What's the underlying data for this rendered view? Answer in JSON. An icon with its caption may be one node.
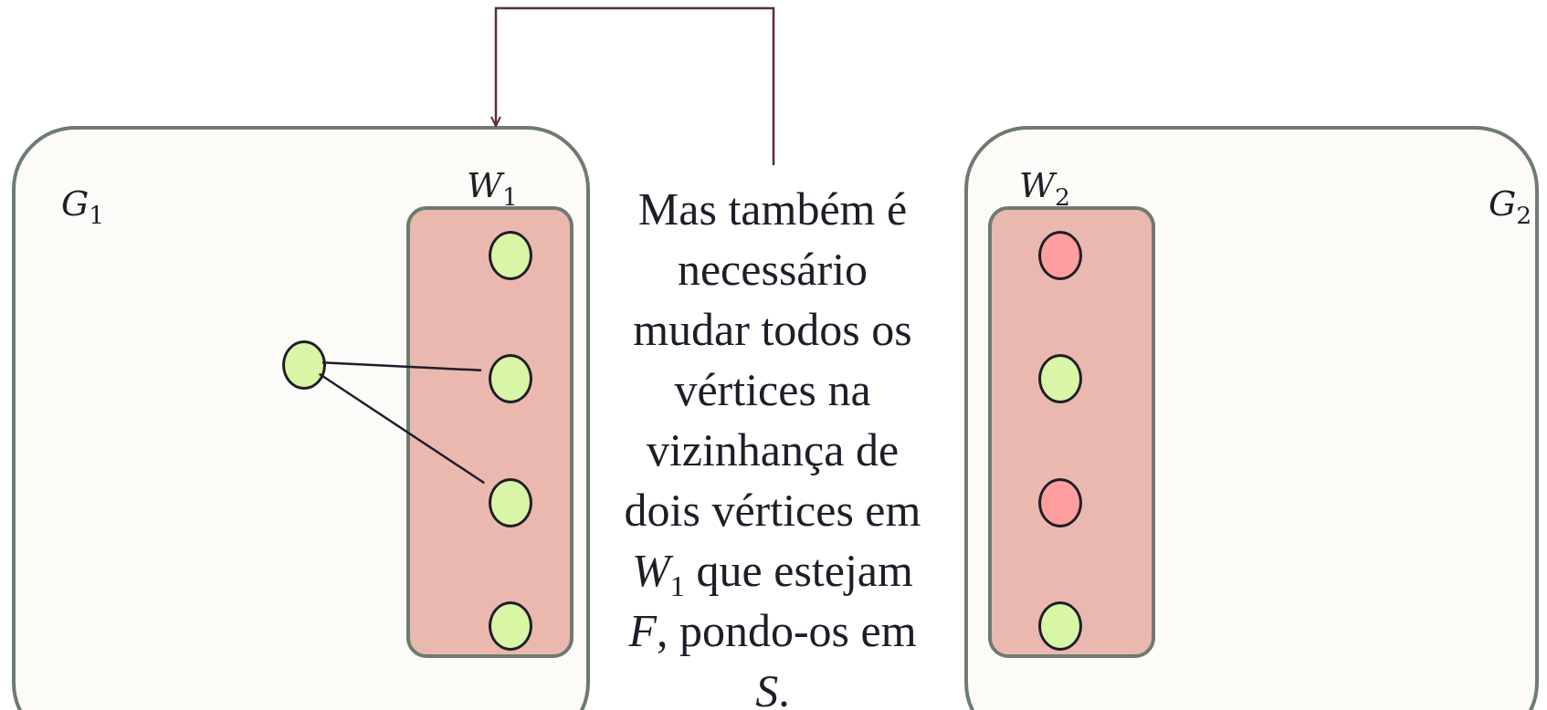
{
  "diagram": {
    "nodes": [
      {
        "text": [
          "*G*$_{1}$"
        ]
      },
      {
        "text": [
          "*W*$_{1}$"
        ],
        "in": 0
      },
      {
        "text": [],
        "shape": "circle",
        "in": 1
      },
      {
        "text": [],
        "shape": "circle",
        "in": 1
      },
      {
        "text": [],
        "shape": "circle",
        "in": 1
      },
      {
        "text": [],
        "shape": "circle",
        "in": 1
      },
      {
        "text": [],
        "shape": "circle",
        "in": 0
      },
      {
        "text": [
          "Mas também é necessário mudar todos os vértices na vizinhança de dois vértices em *W*$_{1}$ que estejam *F*, pondo-os em *S*."
        ]
      },
      {
        "text": [
          "*G*$_{2}$"
        ]
      },
      {
        "text": [
          "*W*$_{2}$"
        ],
        "in": 8
      },
      {
        "text": [],
        "shape": "circle",
        "in": 9
      },
      {
        "text": [],
        "shape": "circle",
        "in": 9
      },
      {
        "text": [],
        "shape": "circle",
        "in": 9
      },
      {
        "text": [],
        "shape": "circle",
        "in": 9
      }
    ],
    "edges": [
      {
        "from": 6,
        "to": 3,
        "arrow": "none"
      },
      {
        "from": 6,
        "to": 4,
        "arrow": "none"
      },
      {
        "from": 7,
        "to": 0,
        "arrow": "to",
        "color": "#5a3030"
      }
    ]
  }
}
